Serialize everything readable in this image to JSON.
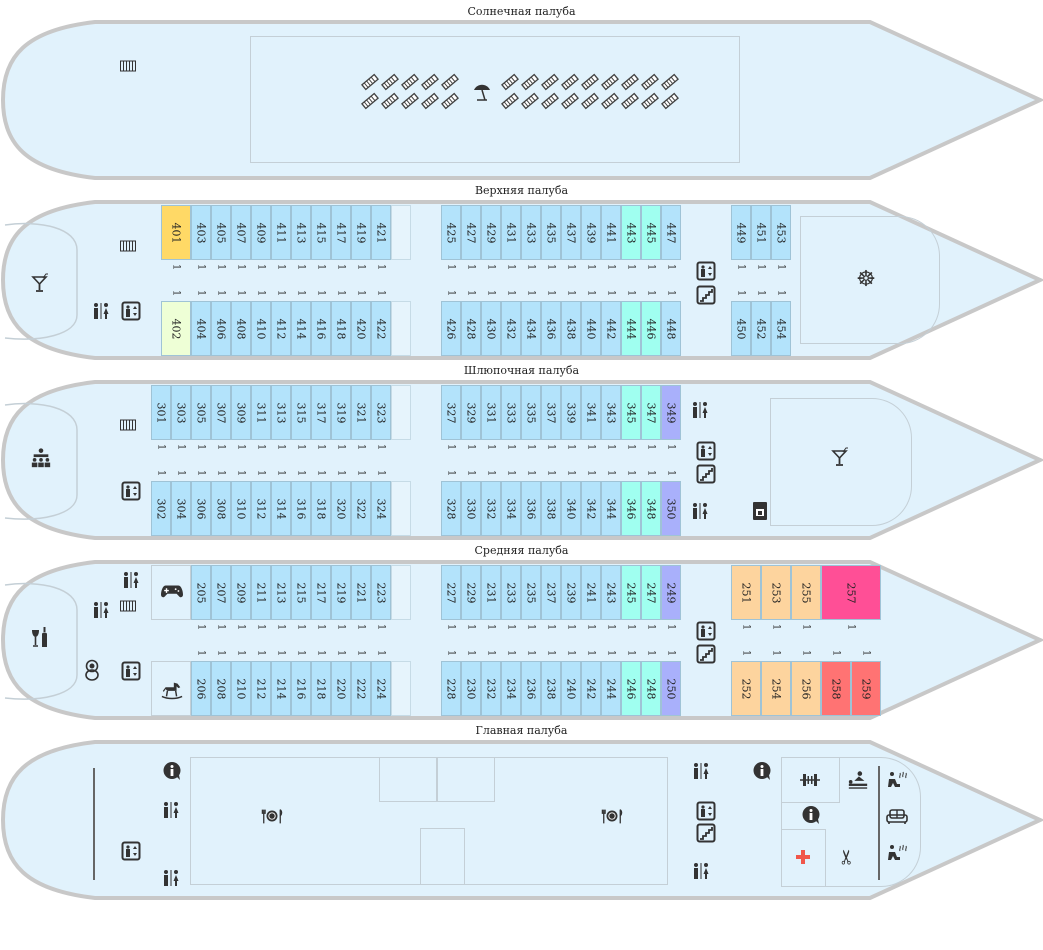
{
  "decks": [
    {
      "id": "sun",
      "title": "Солнечная палуба"
    },
    {
      "id": "upper",
      "title": "Верхняя палуба",
      "capacity_label": "1",
      "groups": [
        {
          "id": "u1t",
          "cabins": [
            "401",
            "403",
            "405",
            "407",
            "409",
            "411",
            "413",
            "415",
            "417",
            "419",
            "421"
          ]
        },
        {
          "id": "u1b",
          "cabins": [
            "402",
            "404",
            "406",
            "408",
            "410",
            "412",
            "414",
            "416",
            "418",
            "420",
            "422"
          ]
        },
        {
          "id": "u2t",
          "cabins": [
            "425",
            "427",
            "429",
            "431",
            "433",
            "435",
            "437",
            "439",
            "441",
            "443",
            "445",
            "447"
          ]
        },
        {
          "id": "u2b",
          "cabins": [
            "426",
            "428",
            "430",
            "432",
            "434",
            "436",
            "438",
            "440",
            "442",
            "444",
            "446",
            "448"
          ]
        },
        {
          "id": "u3t",
          "cabins": [
            "449",
            "451",
            "453"
          ]
        },
        {
          "id": "u3b",
          "cabins": [
            "450",
            "452",
            "454"
          ]
        }
      ]
    },
    {
      "id": "boat",
      "title": "Шлюпочная палуба",
      "capacity_label": "1",
      "groups": [
        {
          "id": "b1t",
          "cabins": [
            "301",
            "303",
            "305",
            "307",
            "309",
            "311",
            "313",
            "315",
            "317",
            "319",
            "321",
            "323"
          ]
        },
        {
          "id": "b1b",
          "cabins": [
            "302",
            "304",
            "306",
            "308",
            "310",
            "312",
            "314",
            "316",
            "318",
            "320",
            "322",
            "324"
          ]
        },
        {
          "id": "b2t",
          "cabins": [
            "327",
            "329",
            "331",
            "333",
            "335",
            "337",
            "339",
            "341",
            "343",
            "345",
            "347",
            "349"
          ]
        },
        {
          "id": "b2b",
          "cabins": [
            "328",
            "330",
            "332",
            "334",
            "336",
            "338",
            "340",
            "342",
            "344",
            "346",
            "348",
            "350"
          ]
        }
      ]
    },
    {
      "id": "middle",
      "title": "Средняя палуба",
      "capacity_label": "1",
      "groups": [
        {
          "id": "m1t",
          "cabins": [
            "205",
            "207",
            "209",
            "211",
            "213",
            "215",
            "217",
            "219",
            "221",
            "223"
          ]
        },
        {
          "id": "m1b",
          "cabins": [
            "206",
            "208",
            "210",
            "212",
            "214",
            "216",
            "218",
            "220",
            "222",
            "224"
          ]
        },
        {
          "id": "m2t",
          "cabins": [
            "227",
            "229",
            "231",
            "233",
            "235",
            "237",
            "239",
            "241",
            "243",
            "245",
            "247",
            "249"
          ]
        },
        {
          "id": "m2b",
          "cabins": [
            "228",
            "230",
            "232",
            "234",
            "236",
            "238",
            "240",
            "242",
            "244",
            "246",
            "248",
            "250"
          ]
        },
        {
          "id": "m3t",
          "cabins": [
            "251",
            "253",
            "255",
            "257"
          ]
        },
        {
          "id": "m3b",
          "cabins": [
            "252",
            "254",
            "256",
            "258",
            "259"
          ]
        }
      ]
    },
    {
      "id": "main",
      "title": "Главная палуба"
    }
  ],
  "cabin_category": {
    "401": "yellow",
    "402": "lightgreen",
    "443": "cyan",
    "445": "cyan",
    "444": "cyan",
    "446": "cyan",
    "345": "cyan",
    "347": "cyan",
    "346": "cyan",
    "348": "cyan",
    "349": "purple",
    "350": "purple",
    "245": "cyan",
    "247": "cyan",
    "246": "cyan",
    "248": "cyan",
    "249": "purple",
    "250": "purple",
    "251": "orange",
    "253": "orange",
    "255": "orange",
    "252": "orange",
    "254": "orange",
    "256": "orange",
    "257": "pink",
    "258": "red",
    "259": "red"
  },
  "colors": {
    "standard": "#b3e3fb",
    "yellow": "#ffd966",
    "lightgreen": "#eeffd6",
    "cyan": "#a0fff0",
    "purple": "#a9b0fb",
    "orange": "#fdd49e",
    "pink": "#ff4f96",
    "red": "#ff7373",
    "hull_fill": "#e1f2fc",
    "hull_stroke": "#c8c8c8",
    "first_aid": "#f0564a"
  }
}
